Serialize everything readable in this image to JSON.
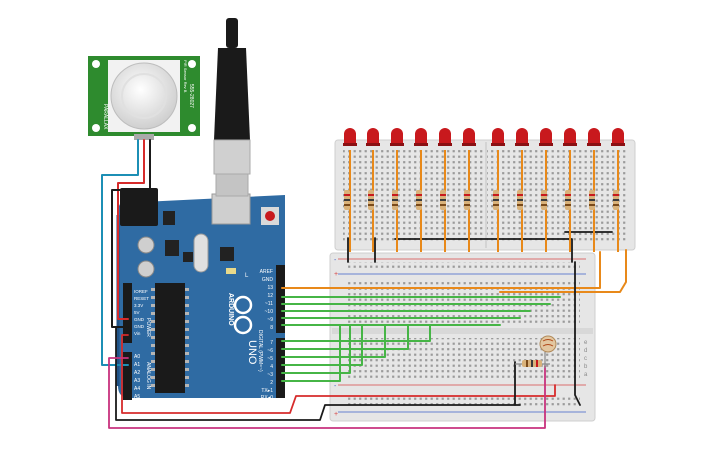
{
  "colors": {
    "board": "#2f6ba3",
    "board_dark": "#1f5286",
    "breadboard": "#e6e6e6",
    "breadboard_hole": "#9a9a9a",
    "led": "#c8191d",
    "resistor": "#d9b27a",
    "wire_orange": "#e8891a",
    "wire_green": "#46b546",
    "wire_black": "#1a1a1a",
    "wire_red": "#d62b2b",
    "wire_magenta": "#c8327e",
    "wire_cyan": "#1c8fb5",
    "sensor_pcb": "#2e8b2e",
    "plug": "#1a1a1a",
    "usb_metal": "#d0d0d0",
    "rail_red": "#d64545",
    "rail_blue": "#3e5fc9"
  },
  "arduino": {
    "logo": "ARDUINO",
    "model": "UNO",
    "l_label": "L",
    "power_header_label": "POWER",
    "analog_header_label": "ANALOG IN",
    "digital_header_label": "DIGITAL (PWM=~)",
    "power_pins": [
      "IOREF",
      "RESET",
      "3.3V",
      "5V",
      "GND",
      "GND",
      "Vin"
    ],
    "analog_pins": [
      "A0",
      "A1",
      "A2",
      "A3",
      "A4",
      "A5"
    ],
    "top_pins": [
      "AREF",
      "GND",
      "13",
      "12",
      "~11",
      "~10",
      "~9",
      "8"
    ],
    "bottom_pins": [
      "7",
      "~6",
      "~5",
      "4",
      "~3",
      "2",
      "TX▸1",
      "RX◂0"
    ]
  },
  "pir_sensor": {
    "left_text": "PARALLAX",
    "right_text": "555-28027",
    "right_text2": "PIR Sensor Rev B"
  },
  "breadboard": {
    "row_letters": [
      "a",
      "b",
      "c",
      "d",
      "e"
    ],
    "rail_plus": "+",
    "rail_minus": "-"
  },
  "led_count": 12
}
